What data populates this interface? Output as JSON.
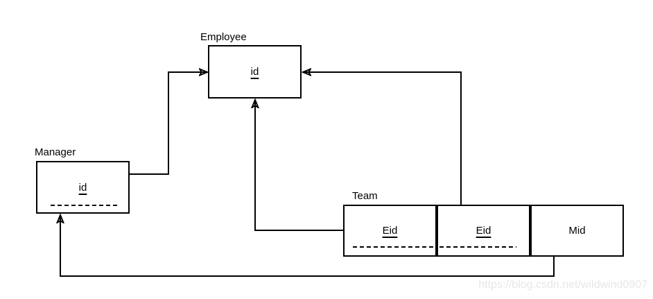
{
  "diagram": {
    "type": "er-diagram",
    "background_color": "#ffffff",
    "stroke_color": "#000000",
    "text_color": "#000000",
    "entities": [
      {
        "name": "Employee",
        "fields": [
          {
            "text": "id",
            "underlined": true,
            "dashed_divider": false
          }
        ]
      },
      {
        "name": "Manager",
        "fields": [
          {
            "text": "id",
            "underlined": true,
            "dashed_divider": true
          }
        ]
      },
      {
        "name": "Team",
        "fields": [
          {
            "text": "Eid",
            "underlined": true,
            "dashed_divider": true
          },
          {
            "text": "Eid",
            "underlined": true,
            "dashed_divider": true
          },
          {
            "text": "Mid",
            "underlined": false,
            "dashed_divider": false
          }
        ]
      }
    ],
    "connectors": [
      {
        "from": "Manager right side",
        "to": "Employee left side",
        "arrowhead_at": "Employee"
      },
      {
        "from": "Team second Eid cell top",
        "to": "Employee right side",
        "arrowhead_at": "Employee"
      },
      {
        "from": "Team first Eid cell left side",
        "to": "Employee bottom",
        "arrowhead_at": "Employee"
      },
      {
        "from": "Team Mid cell bottom",
        "to": "Manager bottom",
        "arrowhead_at": "Manager"
      }
    ],
    "watermark": {
      "text": "https://blog.csdn.net/wildwind0907",
      "color": "#e7e7e7"
    }
  }
}
